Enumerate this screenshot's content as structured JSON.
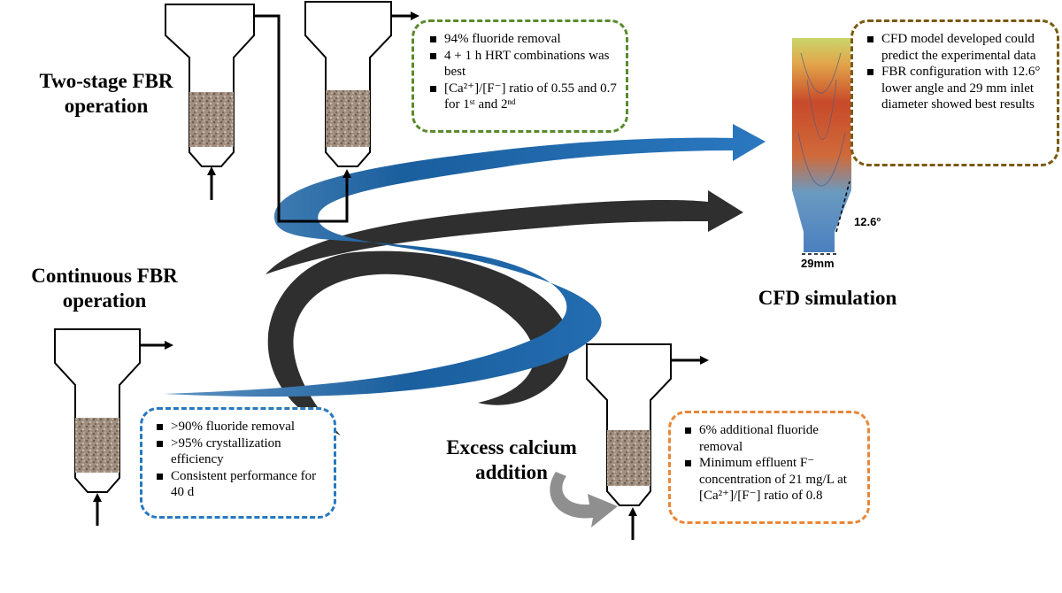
{
  "labels": {
    "two_stage": [
      "Two-stage FBR",
      "operation"
    ],
    "continuous": [
      "Continuous FBR",
      "operation"
    ],
    "excess": [
      "Excess calcium",
      "addition"
    ],
    "cfd": "CFD simulation"
  },
  "green_box": {
    "color": "#5a8a2e",
    "items": [
      "94% fluoride removal",
      "4 + 1 h HRT combinations was best",
      "[Ca²⁺]/[F⁻] ratio of 0.55 and 0.7 for 1ˢᵗ and 2ⁿᵈ"
    ]
  },
  "brown_box": {
    "color": "#7a5a10",
    "items": [
      "CFD model developed could predict the experimental data",
      "FBR configuration with 12.6° lower angle and 29 mm inlet diameter showed best results"
    ]
  },
  "blue_box": {
    "color": "#2878c0",
    "items": [
      ">90% fluoride removal",
      ">95% crystallization efficiency",
      "Consistent performance for 40 d"
    ]
  },
  "orange_box": {
    "color": "#e8873a",
    "items": [
      "6% additional fluoride removal",
      "Minimum effluent F⁻ concentration of 21 mg/L at [Ca²⁺]/[F⁻] ratio of 0.8"
    ]
  },
  "cfd": {
    "angle_label": "12.6°",
    "diameter_label": "29mm"
  },
  "colors": {
    "blue_arrow": "#1f6fb0",
    "black_arrow": "#2a2a2a",
    "media": "#9a8878"
  }
}
